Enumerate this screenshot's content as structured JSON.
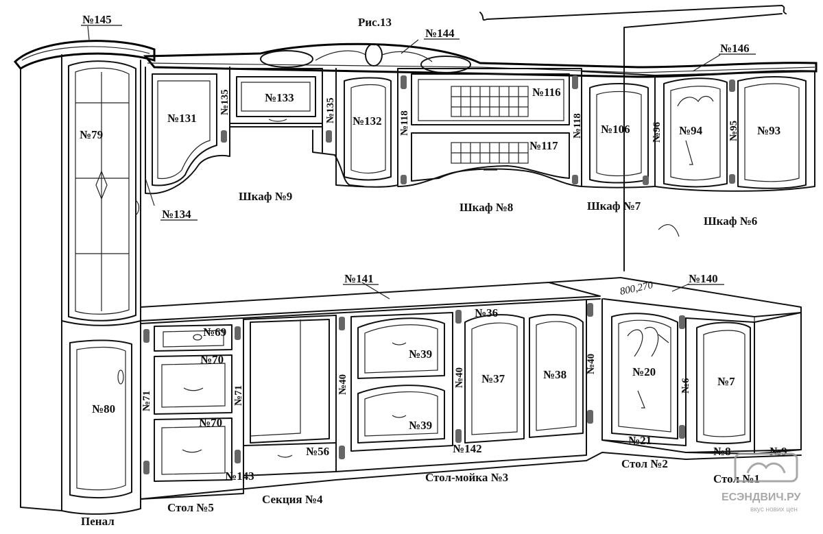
{
  "figure_title": "Рис.13",
  "parts": {
    "p145": "№145",
    "p144": "№144",
    "p146": "№146",
    "p131": "№131",
    "p133": "№133",
    "p135a": "№135",
    "p135b": "№135",
    "p132": "№132",
    "p118a": "№118",
    "p116": "№116",
    "p117": "№117",
    "p118b": "№118",
    "p106": "№106",
    "p96": "№96",
    "p94": "№94",
    "p95": "№95",
    "p93": "№93",
    "p79": "№79",
    "p134": "№134",
    "p141": "№141",
    "p140": "№140",
    "p69": "№69",
    "p70a": "№70",
    "p70b": "№70",
    "p71a": "№71",
    "p71b": "№71",
    "p56": "№56",
    "p40a": "№40",
    "p39a": "№39",
    "p39b": "№39",
    "p36": "№36",
    "p40b": "№40",
    "p37": "№37",
    "p38": "№38",
    "p40c": "№40",
    "p142": "№142",
    "p20": "№20",
    "p21": "№21",
    "p6": "№6",
    "p7": "№7",
    "p8": "№8",
    "p9": "№9",
    "p80": "№80",
    "p143": "№143"
  },
  "modules": {
    "shkaf9": "Шкаф №9",
    "shkaf8": "Шкаф №8",
    "shkaf7": "Шкаф №7",
    "shkaf6": "Шкаф №6",
    "stol5": "Стол №5",
    "sekcii4": "Секция №4",
    "stolmoika3": "Стол-мойка №3",
    "stol2": "Стол №2",
    "stol1": "Стол №1",
    "penal": "Пенал"
  },
  "handwritten": {
    "note_top": "800,270"
  },
  "watermark": {
    "site": "ЕСЭНДВИЧ.РУ",
    "tagline": "вкус нових цен"
  }
}
